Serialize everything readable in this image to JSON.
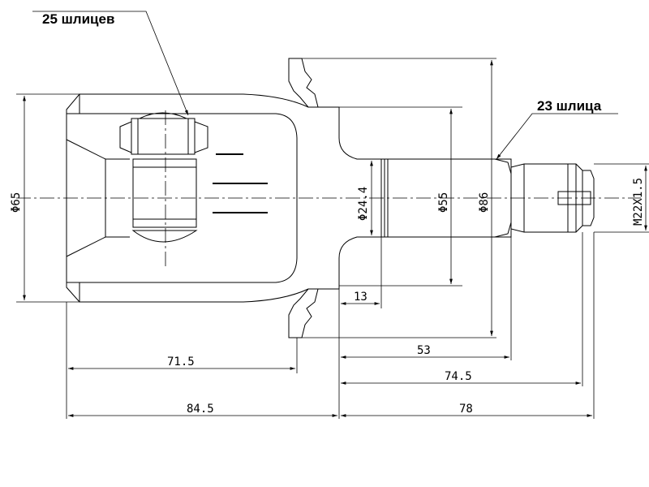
{
  "callouts": {
    "splines_25": "25 шлицев",
    "splines_23": "23 шлица"
  },
  "dimensions": {
    "d65": "Φ65",
    "d24_4": "Φ24.4",
    "d55": "Φ55",
    "d86": "Φ86",
    "thread": "M22X1.5",
    "l13": "13",
    "l53": "53",
    "l71_5": "71.5",
    "l74_5": "74.5",
    "l84_5": "84.5",
    "l78": "78"
  }
}
